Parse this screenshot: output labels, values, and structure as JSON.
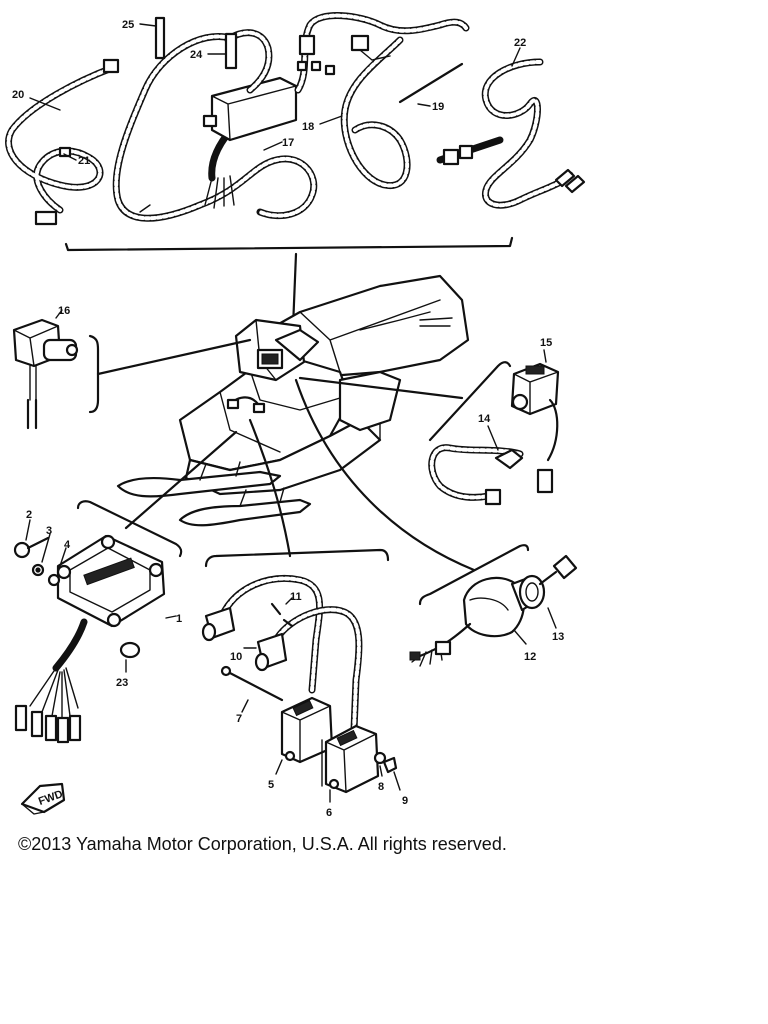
{
  "diagram": {
    "callouts": {
      "c1": "1",
      "c2": "2",
      "c3": "3",
      "c4": "4",
      "c5": "5",
      "c6": "6",
      "c7": "7",
      "c8": "8",
      "c9": "9",
      "c10": "10",
      "c11": "11",
      "c12": "12",
      "c13": "13",
      "c14": "14",
      "c15": "15",
      "c16": "16",
      "c17": "17",
      "c18": "18",
      "c19": "19",
      "c20": "20",
      "c21": "21",
      "c22": "22",
      "c23": "23",
      "c24": "24",
      "c25": "25"
    },
    "fwd_label": "FWD"
  },
  "footer": {
    "copyright": "©2013 Yamaha Motor Corporation, U.S.A. All rights reserved."
  }
}
